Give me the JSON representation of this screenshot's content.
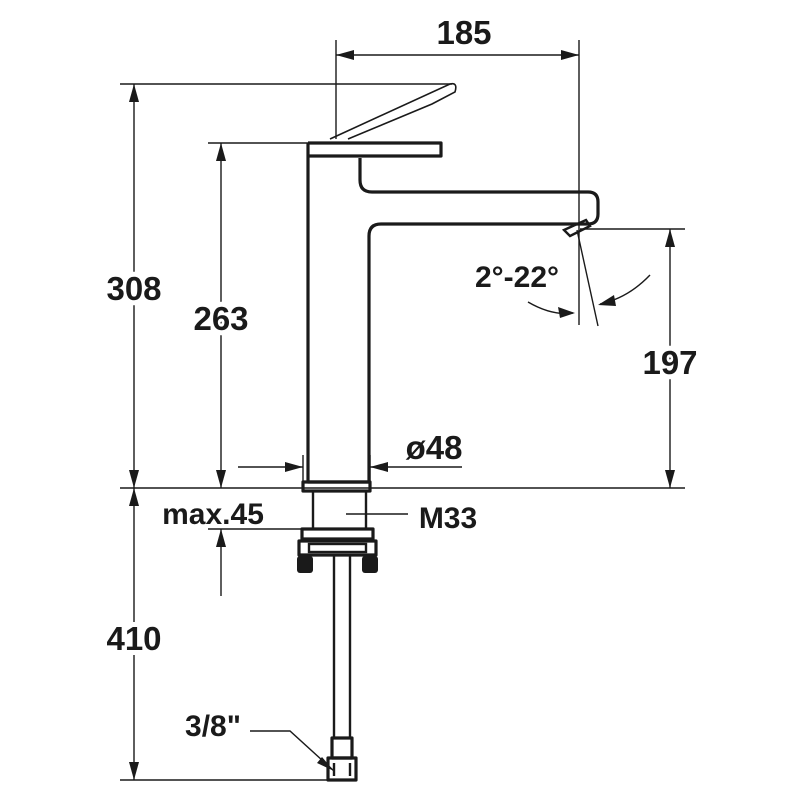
{
  "diagram": {
    "dimensions": {
      "spout_reach": "185",
      "total_height": "308",
      "body_height": "263",
      "spout_height": "197",
      "aerator_angle": "2°-22°",
      "base_diameter": "ø48",
      "max_deck_thickness": "max.45",
      "thread": "M33",
      "hose_length": "410",
      "connection": "3/8\""
    },
    "colors": {
      "line": "#1a1a1a",
      "background": "#ffffff"
    }
  }
}
